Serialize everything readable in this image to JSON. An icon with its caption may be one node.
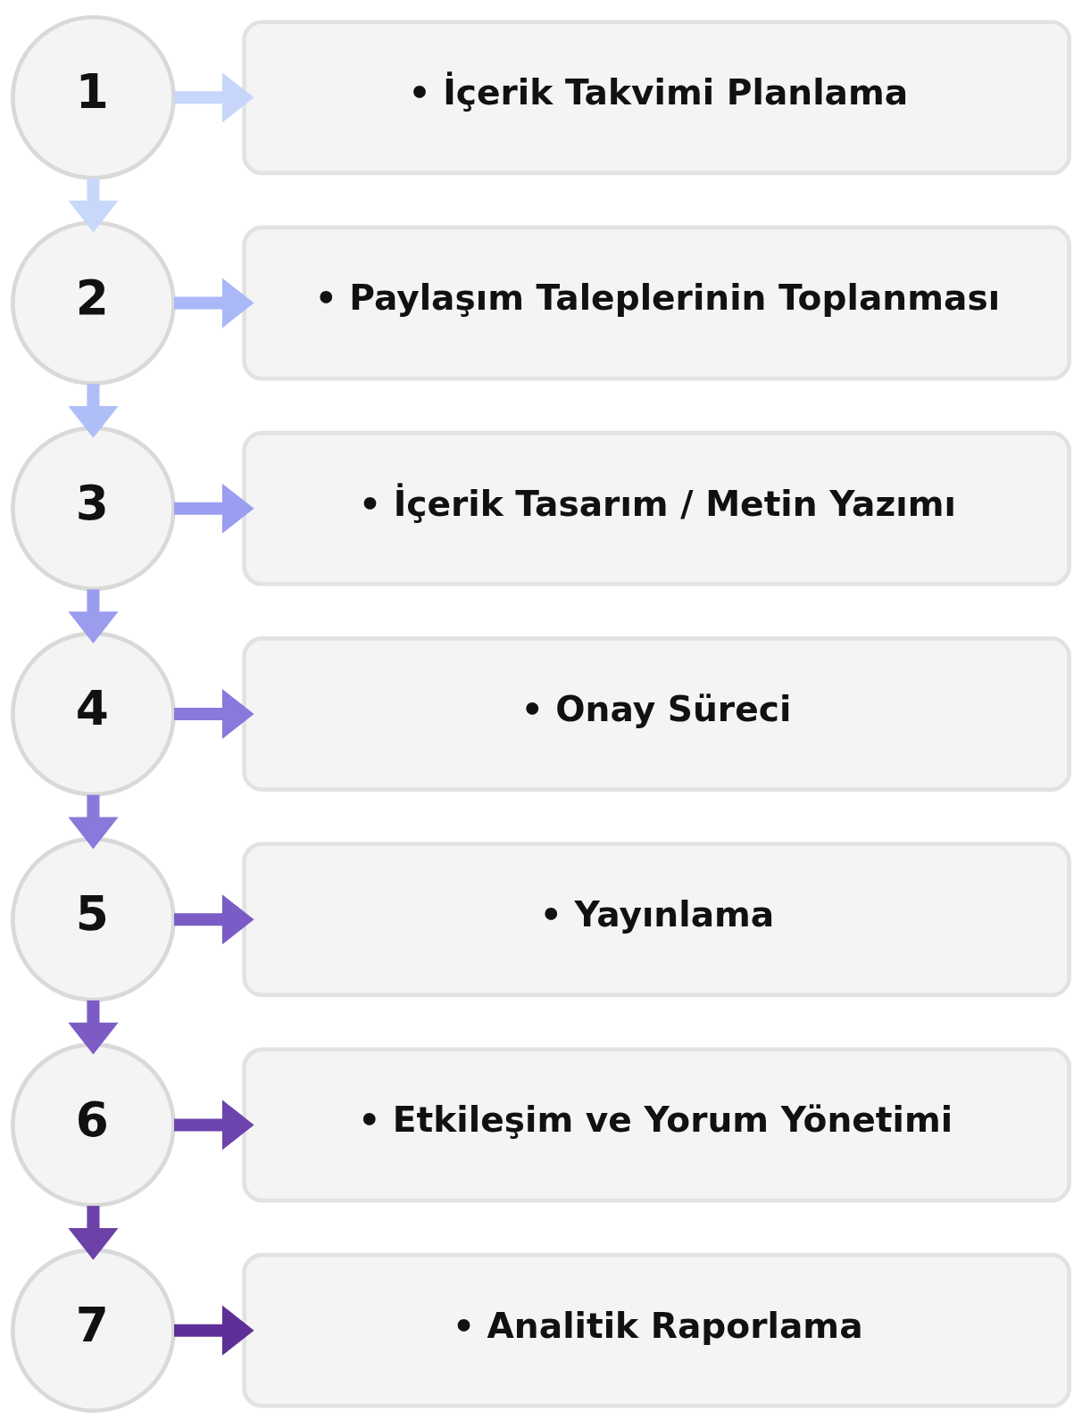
{
  "diagram": {
    "nodes": [
      {
        "text": [
          "1"
        ]
      },
      {
        "text": [
          "• İçerik Takvimi Planlama"
        ]
      },
      {
        "text": [
          "2"
        ]
      },
      {
        "text": [
          "• Paylaşım Taleplerinin Toplanması"
        ]
      },
      {
        "text": [
          "3"
        ]
      },
      {
        "text": [
          "• İçerik Tasarım / Metin Yazımı"
        ]
      },
      {
        "text": [
          "4"
        ]
      },
      {
        "text": [
          "• Onay Süreci"
        ]
      },
      {
        "text": [
          "5"
        ]
      },
      {
        "text": [
          "• Yayınlama"
        ]
      },
      {
        "text": [
          "6"
        ]
      },
      {
        "text": [
          "• Etkileşim ve Yorum Yönetimi"
        ]
      },
      {
        "text": [
          "7"
        ]
      },
      {
        "text": [
          "• Analitik Raporlama"
        ]
      }
    ],
    "edges": [
      {
        "from": 0,
        "to": 1,
        "arrow": "to",
        "color": "#c8d6fb"
      },
      {
        "from": 0,
        "to": 2,
        "arrow": "to",
        "color": "#c8d8fb"
      },
      {
        "from": 2,
        "to": 3,
        "arrow": "to",
        "color": "#aab8f8"
      },
      {
        "from": 2,
        "to": 4,
        "arrow": "to",
        "color": "#b0bef8"
      },
      {
        "from": 4,
        "to": 5,
        "arrow": "to",
        "color": "#9a9ef0"
      },
      {
        "from": 4,
        "to": 6,
        "arrow": "to",
        "color": "#9a9cee"
      },
      {
        "from": 6,
        "to": 7,
        "arrow": "to",
        "color": "#8a78dc"
      },
      {
        "from": 6,
        "to": 8,
        "arrow": "to",
        "color": "#8a78da"
      },
      {
        "from": 8,
        "to": 9,
        "arrow": "to",
        "color": "#7b5cc6"
      },
      {
        "from": 8,
        "to": 10,
        "arrow": "to",
        "color": "#7c5cc4"
      },
      {
        "from": 10,
        "to": 11,
        "arrow": "to",
        "color": "#6c44ae"
      },
      {
        "from": 10,
        "to": 12,
        "arrow": "to",
        "color": "#6c42a8"
      },
      {
        "from": 12,
        "to": 13,
        "arrow": "to",
        "color": "#5e2f96"
      }
    ]
  }
}
